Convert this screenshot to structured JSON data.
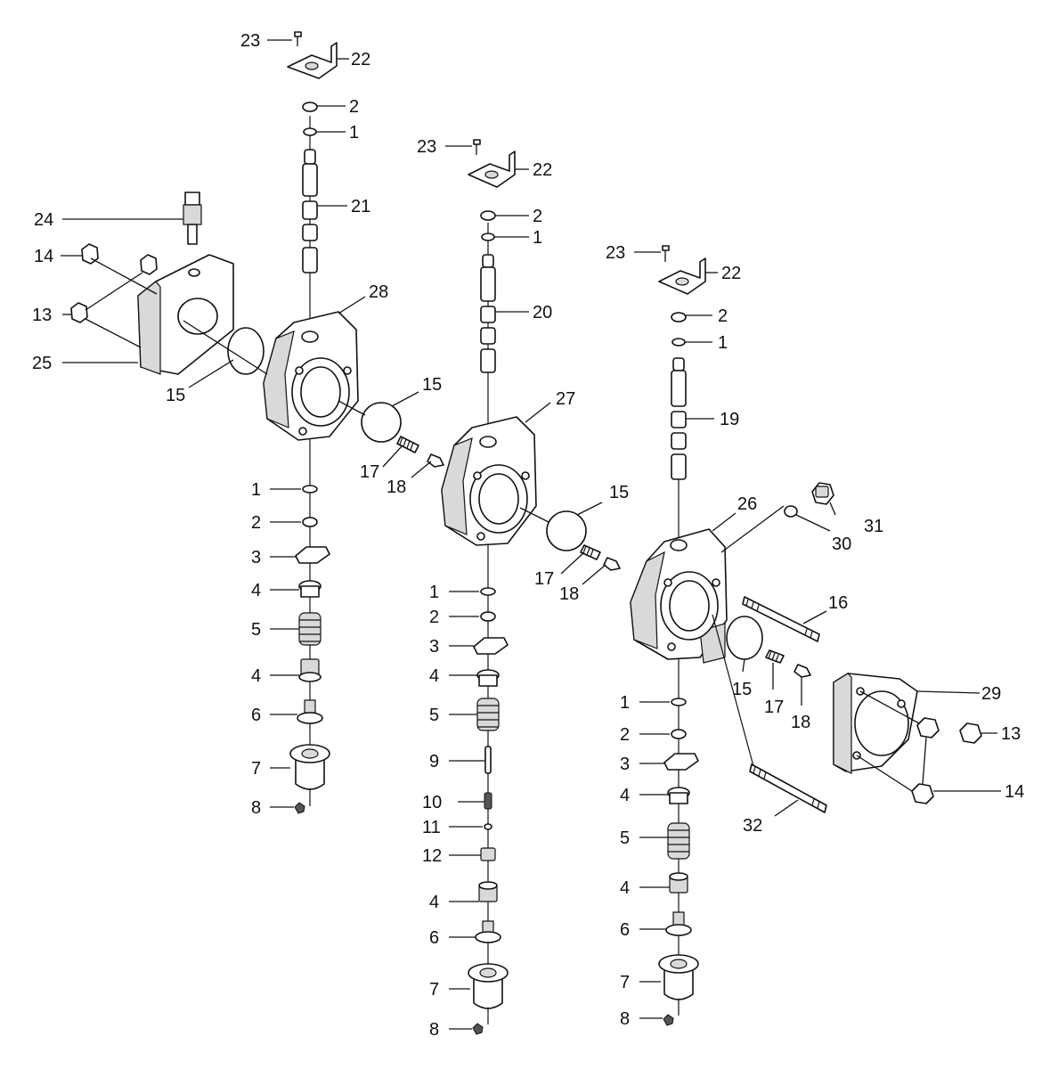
{
  "callouts": {
    "top_left": {
      "c23": "23",
      "c22": "22",
      "c2": "2",
      "c1": "1",
      "c21": "21",
      "c24": "24",
      "c14": "14",
      "c13": "13",
      "c25": "25",
      "c28": "28",
      "c15a": "15",
      "c15b": "15",
      "c17": "17",
      "c18": "18",
      "lc1": "1",
      "lc2": "2",
      "lc3": "3",
      "lc4a": "4",
      "lc5": "5",
      "lc4b": "4",
      "lc6": "6",
      "lc7": "7",
      "lc8": "8"
    },
    "center": {
      "c23": "23",
      "c22": "22",
      "c2": "2",
      "c1": "1",
      "c20": "20",
      "c27": "27",
      "c15": "15",
      "c17": "17",
      "c18": "18",
      "lc1": "1",
      "lc2": "2",
      "lc3": "3",
      "lc4a": "4",
      "lc5": "5",
      "lc9": "9",
      "lc10": "10",
      "lc11": "11",
      "lc12": "12",
      "lc4b": "4",
      "lc6": "6",
      "lc7": "7",
      "lc8": "8"
    },
    "right": {
      "c23": "23",
      "c22": "22",
      "c2": "2",
      "c1": "1",
      "c19": "19",
      "c26": "26",
      "c31": "31",
      "c30": "30",
      "c16": "16",
      "c15": "15",
      "c17": "17",
      "c18": "18",
      "c29": "29",
      "c13": "13",
      "c14": "14",
      "c32": "32",
      "lc1": "1",
      "lc2": "2",
      "lc3": "3",
      "lc4a": "4",
      "lc5": "5",
      "lc4b": "4",
      "lc6": "6",
      "lc7": "7",
      "lc8": "8"
    }
  }
}
